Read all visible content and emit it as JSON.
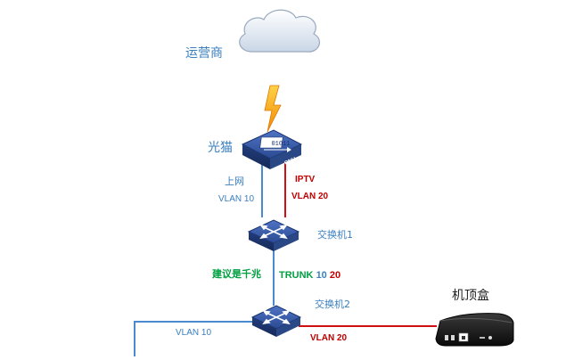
{
  "colors": {
    "blue_link": "#4a8bd0",
    "red_link": "#d01010",
    "label_blue": "#3a7fbf",
    "label_red": "#c00000",
    "label_green": "#00a040",
    "device_fill": "#2e4f96"
  },
  "nodes": {
    "isp": {
      "label": "运营商",
      "icon": "cloud-icon"
    },
    "onu": {
      "label": "光猫",
      "icon": "onu-icon",
      "badge": "01011",
      "tag": "ONU"
    },
    "switch1": {
      "label": "交换机1",
      "icon": "switch-icon"
    },
    "switch2": {
      "label": "交换机2",
      "icon": "switch-icon"
    },
    "stb": {
      "label": "机顶盒",
      "icon": "set-top-box-icon"
    }
  },
  "links": {
    "onu_sw1_blue": {
      "name": "上网",
      "vlan": "VLAN 10"
    },
    "onu_sw1_red": {
      "name": "IPTV",
      "vlan": "VLAN 20"
    },
    "sw1_sw2": {
      "note": "建议是千兆",
      "trunk": "TRUNK",
      "trunk_v1": "10",
      "trunk_v2": "20"
    },
    "sw2_left": {
      "vlan": "VLAN 10"
    },
    "sw2_stb": {
      "vlan": "VLAN 20"
    }
  }
}
